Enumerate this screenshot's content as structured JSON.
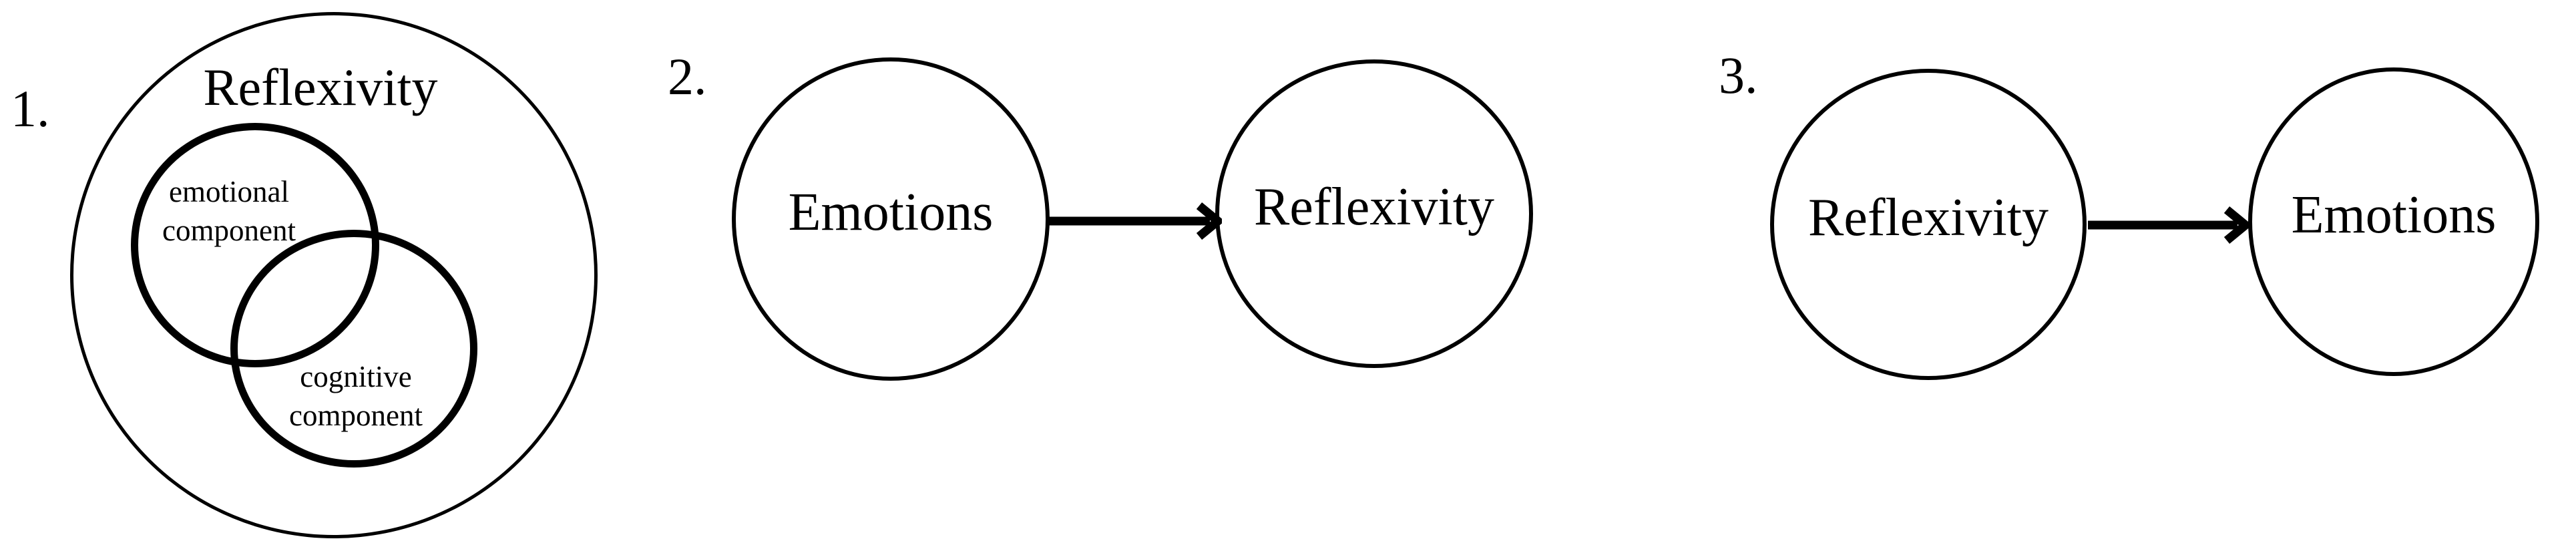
{
  "figure": {
    "background_color": "#ffffff",
    "ink_color": "#000000"
  },
  "diagrams": [
    {
      "number": "1.",
      "type": "venn",
      "container_label": "Reflexivity",
      "subsets": [
        {
          "line1": "emotional",
          "line2": "component"
        },
        {
          "line1": "cognitive",
          "line2": "component"
        }
      ]
    },
    {
      "number": "2.",
      "type": "flow",
      "from": "Emotions",
      "to": "Reflexivity",
      "arrow_icon": "arrow-right"
    },
    {
      "number": "3.",
      "type": "flow",
      "from": "Reflexivity",
      "to": "Emotions",
      "arrow_icon": "arrow-right"
    }
  ]
}
